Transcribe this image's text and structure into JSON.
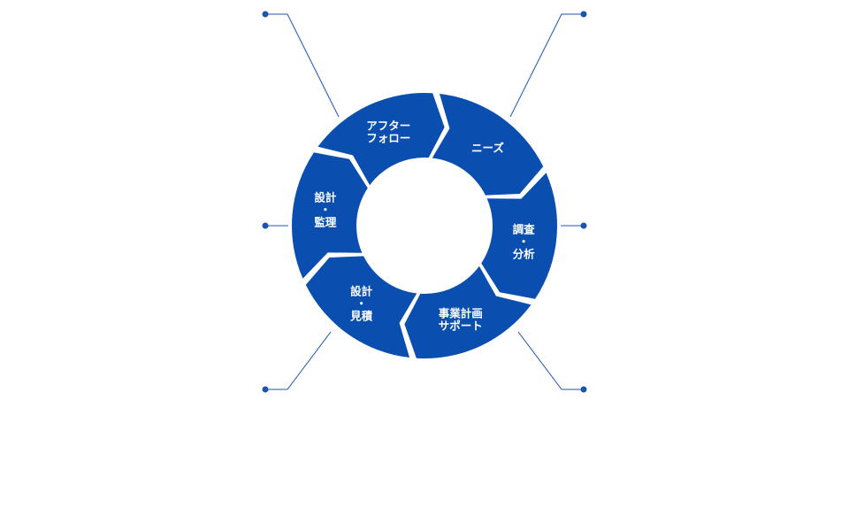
{
  "theme": {
    "segment_color": "#0a4fb0",
    "connector_color": "#1c55b0",
    "background": "#ffffff"
  },
  "cycle": {
    "segments": [
      {
        "id": "needs",
        "lines": [
          "ニーズ"
        ]
      },
      {
        "id": "survey",
        "lines": [
          "調査",
          "・",
          "分析"
        ]
      },
      {
        "id": "business",
        "lines": [
          "事業計画",
          "サポート"
        ]
      },
      {
        "id": "estimate",
        "lines": [
          "設計",
          "・",
          "見積"
        ]
      },
      {
        "id": "supervision",
        "lines": [
          "設計",
          "・",
          "監理"
        ]
      },
      {
        "id": "aftercare",
        "lines": [
          "アフター",
          "フォロー"
        ]
      }
    ]
  }
}
